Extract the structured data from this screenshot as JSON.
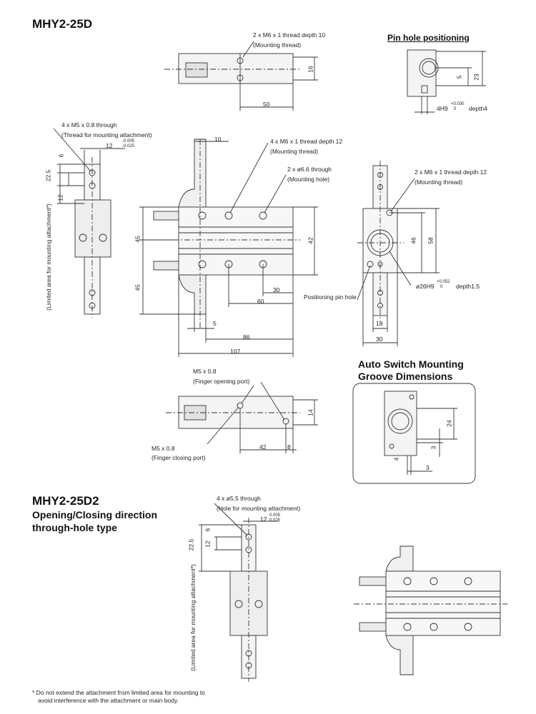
{
  "titles": {
    "model_d": "MHY2-25D",
    "pin_hole": "Pin hole positioning",
    "auto_switch_line1": "Auto Switch Mounting",
    "auto_switch_line2": "Groove Dimensions",
    "model_d2": "MHY2-25D2",
    "d2_sub_line1": "Opening/Closing direction",
    "d2_sub_line2": "through-hole type"
  },
  "labels": {
    "top_thread": "2 x M6 x 1 thread depth 10",
    "top_thread_sub": "(Mounting thread)",
    "attach_thread": "4 x M5 x 0.8 through",
    "attach_thread_sub": "(Thread for mounting attachment)",
    "front_thread": "4 x M6 x 1 thread depth 12",
    "front_thread_sub": "(Mounting thread)",
    "through_hole": "2 x ø6.6 through",
    "through_hole_sub": "(Mounting hole)",
    "side_thread": "2 x M6 x 1 thread depth 12",
    "side_thread_sub": "(Mounting thread)",
    "positioning_pin": "Positioning pin hole",
    "pin_tol": "ø26H9",
    "pin_tol_up": "+0.052",
    "pin_tol_low": "0",
    "pin_depth": "depth1.5",
    "h9_label": "4H9",
    "h9_up": "+0.030",
    "h9_low": "0",
    "h9_depth": "depth4",
    "open_port": "M5 x 0.8",
    "open_port_sub": "(Finger opening port)",
    "close_port": "M5 x 0.8",
    "close_port_sub": "(Finger closing port)",
    "limited_area": "(Limited area for mounting attachment*)",
    "d2_hole": "4 x ø5.5 through",
    "d2_hole_sub": "(Hole for mounting attachment)",
    "footnote_line1": "* Do not extend the attachment from limited area for mounting to",
    "footnote_line2": "avoid interference with the attachment or main body."
  },
  "dimensions": {
    "top_16": "16",
    "top_50": "50",
    "pin_5": "5",
    "pin_23": "23",
    "att_12": "12",
    "att_12_up": "-0.005",
    "att_12_low": "-0.025",
    "att_6": "6",
    "att_22_5": "22.5",
    "att_12b": "12",
    "front_10": "10",
    "front_45a": "45",
    "front_45b": "45",
    "front_42": "42",
    "front_30": "30",
    "front_60": "60",
    "front_5": "5",
    "front_86": "86",
    "front_107": "107",
    "side_46": "46",
    "side_58": "58",
    "side_18": "18",
    "side_30": "30",
    "bot_14": "14",
    "bot_42": "42",
    "bot_8": "8",
    "as_24": "24",
    "as_3a": "3",
    "as_4": "4",
    "as_3b": "3",
    "d2_12": "12",
    "d2_12_up": "0.005",
    "d2_12_low": "0.025",
    "d2_6": "6",
    "d2_22_5": "22.5",
    "d2_12b": "12"
  }
}
